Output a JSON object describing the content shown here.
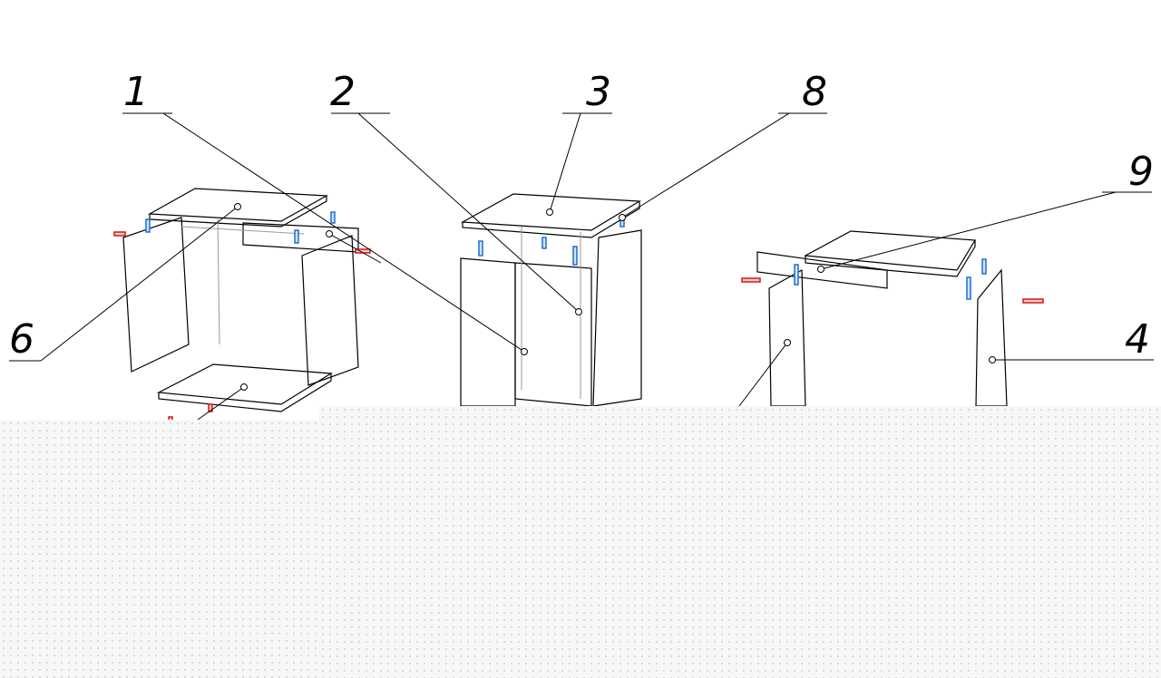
{
  "diagram": {
    "callouts": [
      {
        "id": "1",
        "label": "1"
      },
      {
        "id": "2",
        "label": "2"
      },
      {
        "id": "3",
        "label": "3"
      },
      {
        "id": "8",
        "label": "8"
      },
      {
        "id": "9",
        "label": "9"
      },
      {
        "id": "6",
        "label": "6"
      },
      {
        "id": "4",
        "label": "4"
      }
    ],
    "colors": {
      "line": "#000000",
      "hidden": "#9a9a9a",
      "dowel": "#1e6fd0",
      "cam": "#d01818",
      "background_grid": "#f7f7f7"
    }
  }
}
